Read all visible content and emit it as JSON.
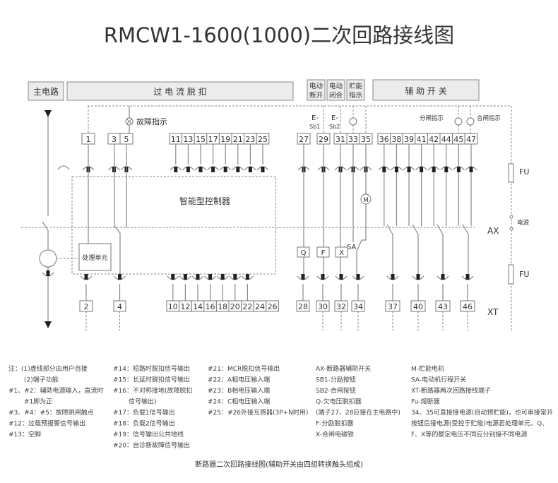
{
  "title": "RMCW1-1600(1000)二次回路接线图",
  "headers": {
    "main_circuit": "主电路",
    "overcurrent": "过 电 流 脱 扣",
    "elec_open": [
      "电动",
      "断开"
    ],
    "elec_close": [
      "电动",
      "闭合"
    ],
    "charge_ind": [
      "贮能",
      "指示"
    ],
    "aux_switch": "辅 助 开 关"
  },
  "labels": {
    "fault_indicator": "故障指示",
    "controller": "智能型控制器",
    "processing_unit": "处理单元",
    "sb1_e": "E-",
    "sb1": "Sb1",
    "sb2_e": "E-",
    "sb2": "Sb2",
    "open_indicator": "分闸指示",
    "close_indicator": "合闸指示",
    "motor": "M",
    "sa": "SA",
    "q": "Q",
    "f": "F",
    "x": "X",
    "ax": "AX",
    "xt": "XT",
    "fu_top": "FU",
    "fu_bottom": "FU",
    "power": "电源"
  },
  "terminals": {
    "top_left": [
      "1",
      "3",
      "5"
    ],
    "top_mid": [
      "11",
      "13",
      "15",
      "17",
      "19",
      "21",
      "23",
      "25"
    ],
    "top_right_a": [
      "27",
      "29",
      "31",
      "33",
      "35"
    ],
    "top_right_b": [
      "36",
      "38",
      "39",
      "41",
      "42",
      "44",
      "45",
      "47"
    ],
    "bottom_left": [
      "2",
      "4"
    ],
    "bottom_mid": [
      "10",
      "12",
      "14",
      "16",
      "18",
      "20",
      "22",
      "24",
      "26"
    ],
    "bottom_right": [
      "28",
      "30",
      "32",
      "34",
      "37",
      "40",
      "43",
      "46"
    ]
  },
  "notes": {
    "col1": [
      "注：(1)虚线部分由用户自接",
      "(2)端子功能",
      "#1、#2：辅助电源输入，直流时",
      "#1脚为正",
      "#3、#4：#5：故障跳闸触点",
      "#12：过载预报警信号输出",
      "#13：空脚"
    ],
    "col2": [
      "#14：短路时脱扣信号输出",
      "#15：长延时脱扣信号输出",
      "#16：不对称接地(故障脱扣",
      "信号输出)",
      "#17：负载1信号输出",
      "#18：负载2信号输出",
      "#19：信号输出公共地线",
      "#20：自诊断故障信号输出"
    ],
    "col3": [
      "#21：MCR脱扣信号输出",
      "#22：A相电压输入端",
      "#23：B相电压输入端",
      "#24：C相电压输入端",
      "#25：#26外接互感器(3P+N时用)"
    ],
    "col4": [
      "AX-断路器辅助开关",
      "SB1-分励按钮",
      "SB2-合闸按钮",
      "Q-欠电压脱扣器",
      "(端子27、28应接在主电路中)",
      "F-分励脱扣器",
      "X-合闸电磁铁"
    ],
    "col5": [
      "M-贮能电机",
      "SA-电动机行程开关",
      "XT-断路器两次回路接线端子",
      "Fu-熔断器",
      "34、35可直接接电源(自动预贮能)，也可串接常开",
      "按钮后接电源(受控于贮能)电源若处理单元、Q、",
      "F、X等的额定电压不同应分别接不同电源"
    ]
  },
  "caption": "断路器二次回路接线图(辅助开关由四组转换触头组成)"
}
